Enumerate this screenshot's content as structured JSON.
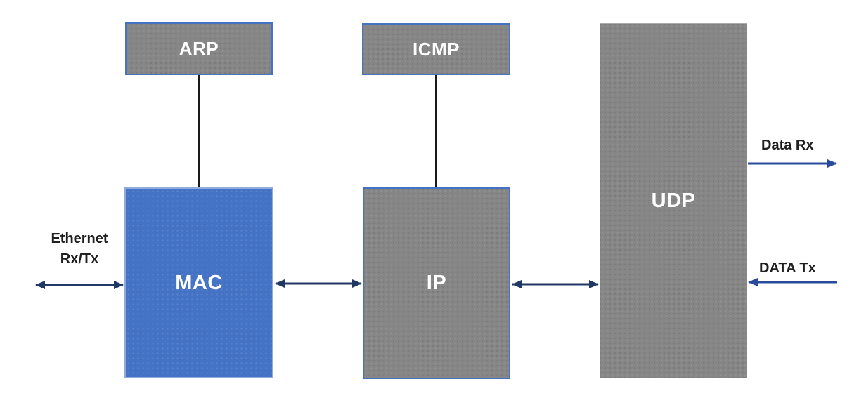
{
  "diagram": {
    "blocks": [
      {
        "id": "arp",
        "label": "ARP"
      },
      {
        "id": "icmp",
        "label": "ICMP"
      },
      {
        "id": "mac",
        "label": "MAC"
      },
      {
        "id": "ip",
        "label": "IP"
      },
      {
        "id": "udp",
        "label": "UDP"
      }
    ],
    "annotations": {
      "ethernet_line1": "Ethernet",
      "ethernet_line2": "Rx/Tx",
      "data_rx": "Data Rx",
      "data_tx": "DATA Tx"
    },
    "colors": {
      "block_gray": "#868686",
      "block_blue": "#4472C4",
      "border_blue": "#4472C4",
      "border_light_blue": "#8FAADC",
      "border_light_gray": "#ABABAB",
      "arrow_dark": "#1F3864",
      "arrow_blue": "#2A4B9B",
      "connector_black": "#1A1A1A",
      "annotation_text": "#1F1F1F",
      "block_text": "#FFFFFF"
    }
  }
}
